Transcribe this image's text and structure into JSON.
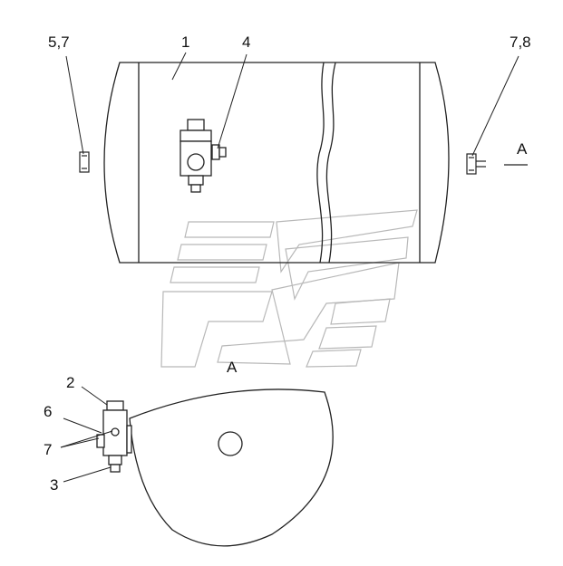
{
  "drawing": {
    "callouts": {
      "c57": "5,7",
      "c1": "1",
      "c4": "4",
      "c78": "7,8",
      "c2": "2",
      "c6": "6",
      "c7": "7",
      "c3": "3"
    },
    "section_marks": {
      "arrow_label": "A",
      "view_label": "A"
    }
  }
}
